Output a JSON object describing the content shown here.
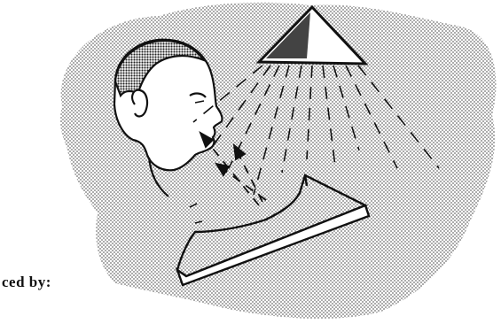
{
  "caption": "ced by:",
  "colors": {
    "ink": "#111111",
    "paper": "#ffffff",
    "halftone": "#8a8a8a"
  },
  "figure": {
    "elements": [
      "halftone-background",
      "head-profile",
      "light-source-triangle",
      "light-rays",
      "reflected-arrows",
      "tilted-surface"
    ]
  }
}
